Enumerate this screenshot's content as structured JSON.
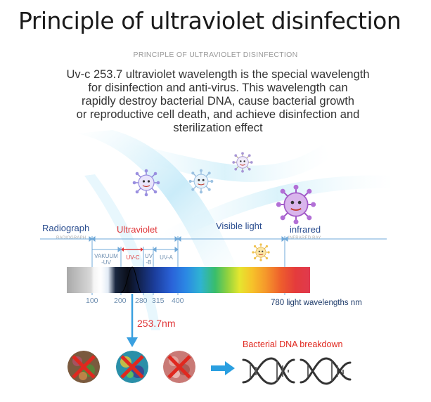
{
  "title": "Principle of ultraviolet disinfection",
  "subtitle": "PRINCIPLE OF ULTRAVIOLET DISINFECTION",
  "description": "Uv-c 253.7 ultraviolet wavelength is the special wavelength\nfor disinfection and anti-virus. This wavelength can\nrapidly destroy bacterial DNA, cause bacterial growth\nor reproductive cell death, and achieve disinfection and\nsterilization effect",
  "bands": {
    "radiograph": {
      "label": "Radiograph",
      "sub": "RADIOGRAPH",
      "color": "#2a4d8f"
    },
    "ultraviolet": {
      "label": "Ultraviolet",
      "color": "#e0383b"
    },
    "visible": {
      "label": "Visible light",
      "color": "#2a4d8f"
    },
    "infrared": {
      "label": "infrared",
      "sub": "INFRARED RAY",
      "color": "#2a4d8f"
    }
  },
  "uv_subbands": {
    "vakuum": [
      "VAKUUM",
      "-UV"
    ],
    "uvc": "UV-C",
    "uvb": [
      "UV",
      "-B"
    ],
    "uva": "UV-A"
  },
  "ticks": [
    "100",
    "200",
    "280",
    "315",
    "400"
  ],
  "wavelength_end": "780 light wavelengths nm",
  "highlight_wavelength": "253.7nm",
  "breakdown_label": "Bacterial DNA breakdown",
  "colors": {
    "accent_red": "#e0383b",
    "arrow_blue": "#3aa0e0",
    "band_blue": "#2a4d8f"
  },
  "icons": [
    "virus-icon",
    "bacteria-crossed-icon",
    "arrow-right-icon",
    "broken-dna-icon"
  ]
}
